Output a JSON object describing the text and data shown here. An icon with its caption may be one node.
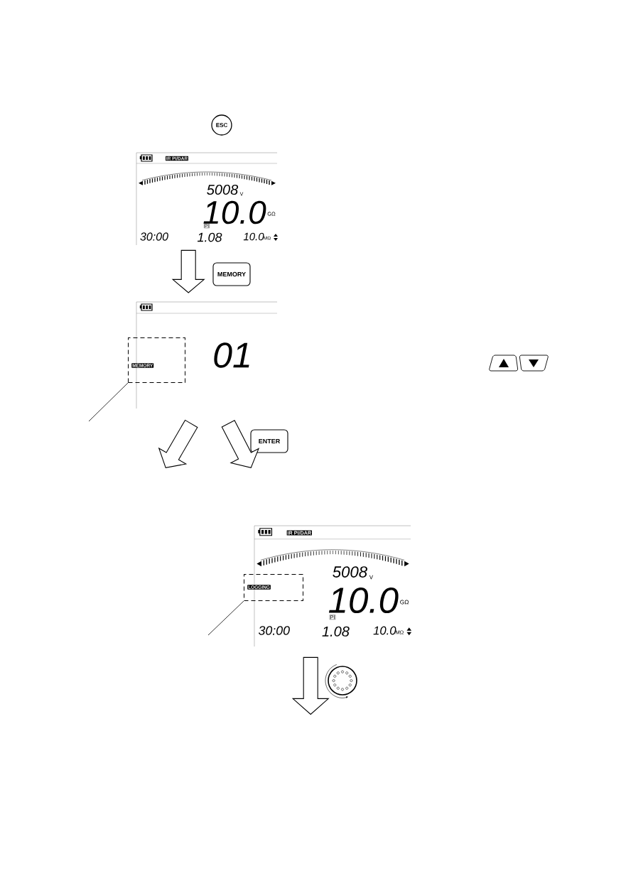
{
  "diagram": {
    "nodes": [
      {
        "text": [
          "ESC"
        ]
      },
      {
        "text": [
          "IR PI/DAR",
          "5008",
          "V",
          "10.0",
          "GΩ",
          "PI",
          "30:00",
          "1.08",
          "10.0",
          "MΩ"
        ]
      },
      {
        "text": [
          "MEMORY"
        ]
      },
      {
        "text": [
          "01"
        ]
      },
      {
        "text": [
          "MEMORY"
        ]
      },
      {
        "text": [
          "ENTER"
        ]
      },
      {
        "text": [],
        "shape": "box"
      },
      {
        "text": [
          "IR PI/DAR",
          "5008",
          "V",
          "10.0",
          "GΩ",
          "PI",
          "30:00",
          "1.08",
          "10.0",
          "MΩ"
        ]
      },
      {
        "text": [
          "LOGGING"
        ]
      },
      {
        "text": [],
        "shape": "dial"
      }
    ],
    "edges": [
      {
        "from": 1,
        "to": 3,
        "arrow": "to"
      },
      {
        "from": 3,
        "to": null,
        "arrow": "to"
      },
      {
        "from": 3,
        "to": null,
        "arrow": "to"
      },
      {
        "from": 7,
        "to": null,
        "arrow": "to"
      },
      {
        "from": null,
        "to": 4,
        "arrow": "none"
      },
      {
        "from": null,
        "to": 8,
        "arrow": "none"
      }
    ]
  }
}
